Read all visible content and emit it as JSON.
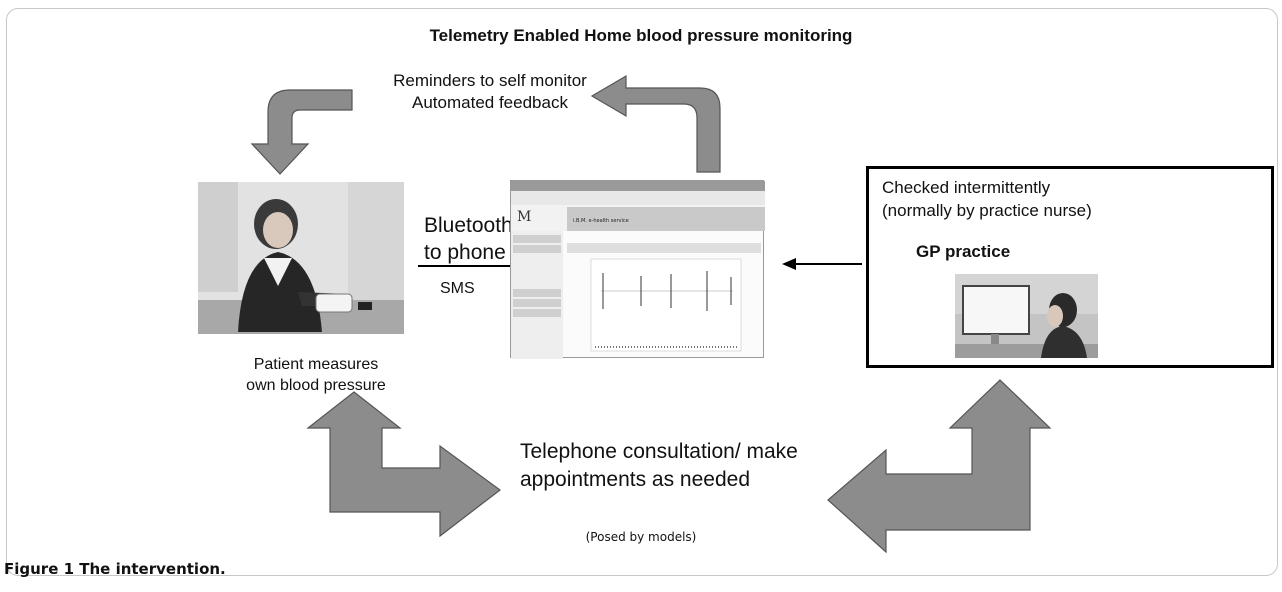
{
  "figure": {
    "title": "Telemetry  Enabled Home blood pressure monitoring",
    "reminder_line1": "Reminders to self monitor",
    "reminder_line2": "Automated feedback",
    "bluetooth_line1": "Bluetooth",
    "bluetooth_line2": "to phone",
    "sms_label": "SMS",
    "patient_line1": "Patient measures",
    "patient_line2": "own blood pressure",
    "checked_line1": "Checked intermittently",
    "checked_line2": "(normally by practice nurse)",
    "gp_label": "GP practice",
    "telephone_line1": "Telephone consultation/ make",
    "telephone_line2": "appointments as needed",
    "posed_note": "(Posed by models)",
    "caption": "Figure 1 The intervention.",
    "screenshot_app_title": "i.B.M. e-health service",
    "screenshot_logo": "M"
  },
  "colors": {
    "arrow_fill": "#8c8c8c",
    "arrow_stroke": "#555555",
    "frame_border": "#c7c7c7"
  }
}
